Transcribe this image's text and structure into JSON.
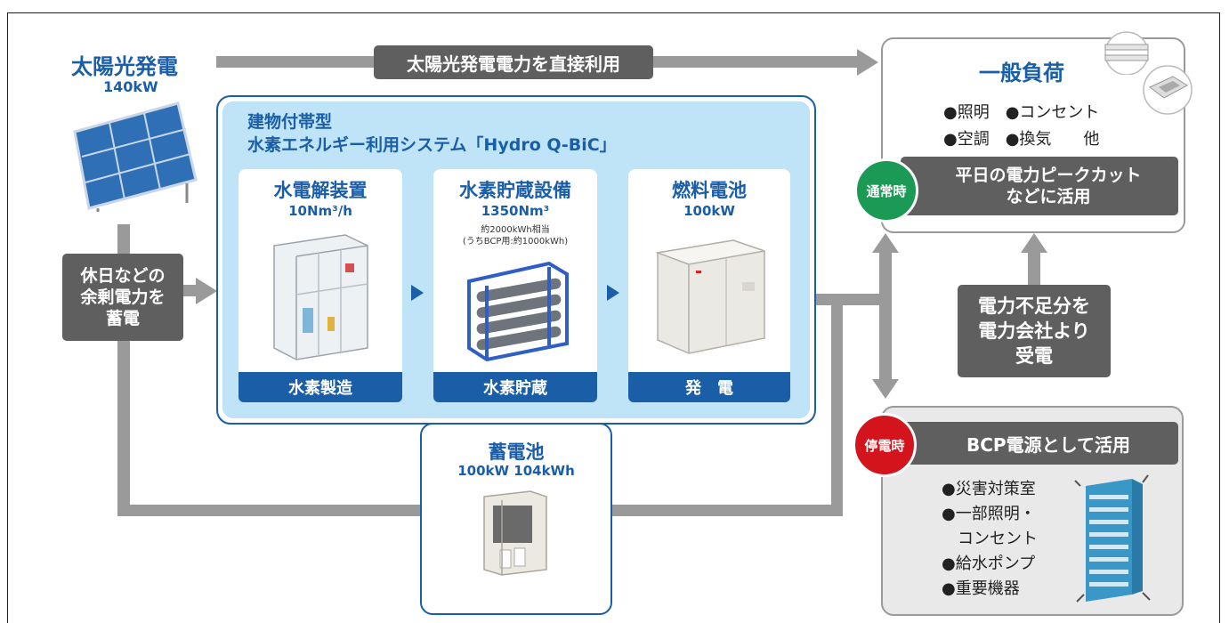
{
  "solar": {
    "title": "太陽光発電",
    "capacity": "140kW"
  },
  "direct_use_label": "太陽光発電電力を直接利用",
  "holiday_label": [
    "休日などの",
    "余剰電力を",
    "蓄電"
  ],
  "system": {
    "title_line1": "建物付帯型",
    "title_line2": "水素エネルギー利用システム「Hydro Q-BiC」",
    "units": [
      {
        "title": "水電解装置",
        "spec": "10Nm³/h",
        "footer": "水素製造"
      },
      {
        "title": "水素貯蔵設備",
        "spec": "1350Nm³",
        "note1": "約2000kWh相当",
        "note2": "(うちBCP用:約1000kWh)",
        "footer": "水素貯蔵"
      },
      {
        "title": "燃料電池",
        "spec": "100kW",
        "footer": "発　電"
      }
    ]
  },
  "battery": {
    "title": "蓄電池",
    "spec": "100kW 104kWh"
  },
  "general_load": {
    "title": "一般負荷",
    "items_row1": "●照明　●コンセント",
    "items_row2": "●空調　●換気　　他",
    "normal_badge": "通常時",
    "normal_text1": "平日の電力ピークカット",
    "normal_text2": "などに活用"
  },
  "grid_supply": [
    "電力不足分を",
    "電力会社より",
    "受電"
  ],
  "outage": {
    "badge": "停電時",
    "title": "BCP電源として活用",
    "items": [
      "●災害対策室",
      "●一部照明・",
      "　コンセント",
      "●給水ポンプ",
      "●重要機器"
    ]
  },
  "colors": {
    "blue": "#1a5ea8",
    "light_blue": "#bfe3f7",
    "gray": "#5f5f5f",
    "arrow": "#9a9a9a",
    "green": "#1a9a55",
    "red": "#d4141c"
  }
}
